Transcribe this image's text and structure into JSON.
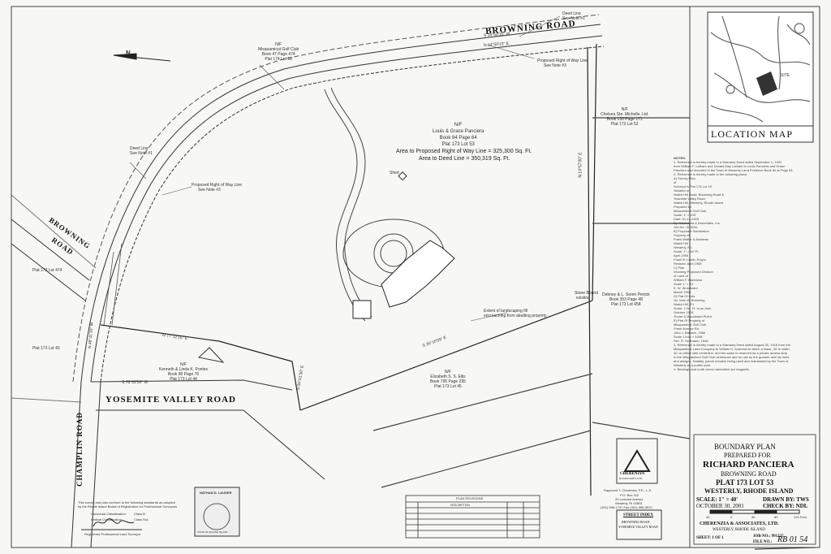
{
  "roads": {
    "browning_top": "BROWNING ROAD",
    "browning_left_1": "BROWNING",
    "browning_left_2": "ROAD",
    "yosemite": "YOSEMITE VALLEY ROAD",
    "champlin": "CHAMPLIN ROAD"
  },
  "parcels": {
    "golf": [
      "N/F",
      "Misquamicut Golf Club",
      "Book 47   Page 474",
      "Plat 174   Lot 18"
    ],
    "panciera": [
      "N/F",
      "Louis & Grace Panciera",
      "Book 84   Page 64",
      "Plat 173   Lot 53"
    ],
    "chelsea": [
      "N/F",
      "Chelsea Ste. Michelle, Ltd.",
      "Book 130  Page 171",
      "Plat 173   Lot 52"
    ],
    "debney": [
      "Debney & L. Soren Penick",
      "Book 353  Page 48",
      "Plat 173   Lot 458"
    ],
    "pontes": [
      "N/F",
      "Kenneth & Linda K. Pontes",
      "Book 98   Page 76",
      "Plat 173   Lot 44"
    ],
    "ellis": [
      "N/F",
      "Elizabeth S. S. Ellis",
      "Book 795   Page 295",
      "Plat 173   Lot 45"
    ],
    "lot474": "Plat 173   Lot 474",
    "lot43": "Plat 173   Lot 43"
  },
  "areas": {
    "proposed": "Area to Proposed Right of Way Line = 325,300 Sq. Ft.",
    "deed": "Area to Deed Line = 350,319 Sq. Ft."
  },
  "labels": {
    "shed": "Shed",
    "deed_line_top": "Deed Line",
    "deed_line_top_2": "See Note #1",
    "proposed_row": "Proposed Right of Way Line",
    "proposed_row_2": "See Note #3",
    "deed_line_left": "Deed Line",
    "deed_line_left_2": "See Note #1",
    "proposed_row_left": "Proposed Right of Way Line",
    "proposed_row_left_2": "See Note #3",
    "landscaping": "Extent of landscaping fill",
    "landscaping_2": "encroaching from abutting property",
    "stone_bound": "Stone Bound",
    "stone_bound_2": "existing",
    "north": "N"
  },
  "bearings": {
    "b1": "N 14°50'15\" E",
    "b2": "S 14°50'15\" W",
    "b3": "N 14°57'00\" E",
    "b4": "S 35°16'09\" E",
    "b5": "N 77°12'15\" E",
    "b6": "S 06°01'30\" E",
    "b7": "N 48°41'30\" W",
    "b8": "S 78°52'00\" W"
  },
  "location_map": {
    "title": "LOCATION MAP",
    "site": "SITE"
  },
  "notes": {
    "header": "NOTES:",
    "lines": [
      "1. Reference is hereby made to a Warranty Deed dated September 1, 1992",
      "   from William F. Latham and Donald May Latham to Louis Panciera and Grace",
      "   Panciera and recorded in the Town of Westerly Land Evidence Book 84 at Page 64.",
      "2. Reference is hereby made to the following plans:",
      "   A) Survey Plan",
      "      of",
      "      Surveyor's Plat 174 Lot 18",
      "      Situated on",
      "      Watch Hill Road, Browning Road &",
      "      Yosemite Valley Road",
      "      Watch Hill, Westerly, Rhode Island",
      "      Prepared for",
      "      Misquamicut Golf Club",
      "      Scale: 1\" = 100'",
      "      Date: 01-14-2000",
      "      By: Cherenzia & Associates, Inc.",
      "      Job No.: 000034",
      "   B) Proposed Subdivision",
      "      Property of",
      "      Frank Walter & Andrews",
      "      Watch Hill",
      "      Westerly, R.I.",
      "      Scale: 1\" = 40' Ft.",
      "      April 1955",
      "      Frank B. Lewis, Eng'rs",
      "      Revised: April 1955",
      "   C) Plan",
      "      Showing Proposed Division",
      "      of Land of",
      "      William F. Harkness",
      "      Scale 1\" = 40'",
      "      E. W. Woodward",
      "      March 1950",
      "   D) Plat Of Lots",
      "      On John M. Browning",
      "      Watch Hill, R.I.",
      "      Scale: 1 Hd. Ft. to an Inch",
      "      October 1905",
      "      Turner & Woodward Pub'd",
      "   E) Plat Of Property of",
      "      Misquamicut Golf Club",
      "      Fresh Avenue Rd.",
      "      John J. Baldwin, 1906",
      "      Scale 1 inch = 100ft.",
      "      Rev. R. Hoffmann, 1948",
      "3. Reference is hereby made to a Warranty Deed dated August 30, 1916 from the",
      "   Misquamicut Land Company to William H. Andrews to which a lease, 40' in width,",
      "   40' on either side centerline, and the same is reserved as a private access strip",
      "   to the Misquamicut Golf Club clubhouse and for use by the grantee and his heirs",
      "   and assigns. Notably, parcel remains being used and maintained by the Town of",
      "   Westerly as a public road.",
      "4. Bearings and north arrow orientation are magnetic."
    ]
  },
  "title_block": {
    "l1": "BOUNDARY PLAN",
    "l2": "PREPARED FOR",
    "l3": "RICHARD PANCIERA",
    "l4": "BROWNING ROAD",
    "l5": "PLAT 173   LOT 53",
    "l6": "WESTERLY, RHODE ISLAND",
    "scale_lbl": "SCALE: 1\" = 40'",
    "date_lbl": "OCTOBER 30, 2001",
    "drawn_lbl": "DRAWN BY: TWS",
    "check_lbl": "CHECK BY: NDL",
    "firm": "CHERENZIA & ASSOCIATES, LTD.",
    "firm_city": "WESTERLY, RHODE ISLAND",
    "sheet": "SHEET: 1 OF 1",
    "job": "JOB NO.: 991225",
    "file": "FILE NO.:",
    "handwritten": "RB 01 54",
    "logo": "CHERENZIA",
    "logo_sub": "& ASSOCIATES, LTD."
  },
  "surveyor": {
    "name": "Raymond T. Cherenzia, P.E., L.S.",
    "addr1": "P.O. Box 312",
    "addr2": "20 Leonard Avenue",
    "addr3": "Westerly, RI  02891",
    "phone": "(401) 596-1747 Fax (401) 596-3910"
  },
  "certification": {
    "l1": "This survey and plan conform to the following standards as adopted",
    "l2": "by the Rhode Island Board of Registration for Professional Surveyors",
    "horizontal": "Horizontal Classification:",
    "horizontal_val": "Class III",
    "vertical": "Vertical Classification:",
    "vertical_val": "Class N/A",
    "registered": "Registered Professional Land Surveyor",
    "seal_name": "NATHAN D. LAUDER",
    "seal_state": "STATE OF RHODE ISLAND"
  },
  "revisions": {
    "title": "PLAN REVISIONS",
    "description": "DESCRIPTION"
  },
  "street_index": {
    "title": "STREET INDEX",
    "r1": "BROWNING ROAD",
    "r2": "YOSEMITE VALLEY ROAD"
  },
  "scale_bar": {
    "ticks": [
      "40",
      "0",
      "40",
      "80",
      "120 Feet"
    ]
  }
}
